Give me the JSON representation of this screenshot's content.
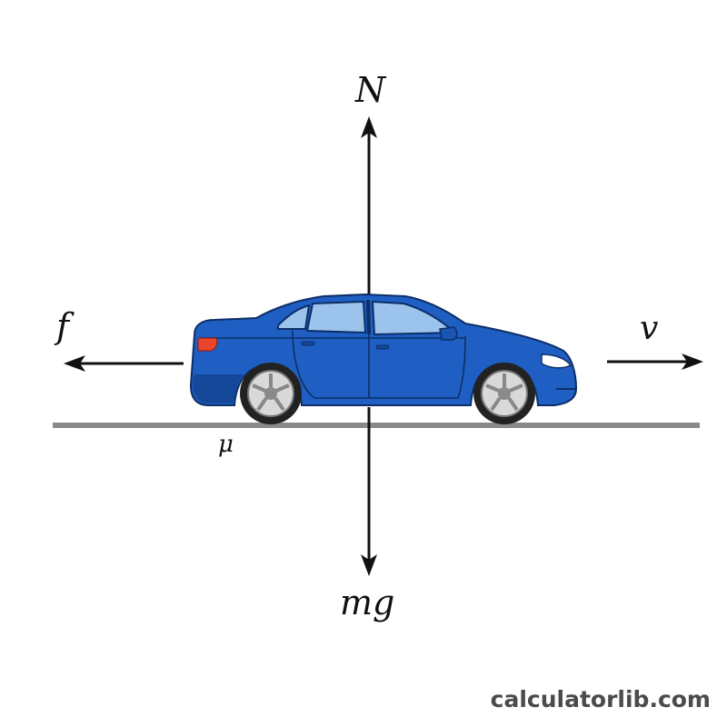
{
  "labels": {
    "normal_force": "N",
    "weight": "mg",
    "friction": "f",
    "velocity": "v",
    "friction_coefficient": "μ"
  },
  "watermark": "calculatorlib.com",
  "colors": {
    "car_body": "#1f5fc4",
    "car_body_dark": "#16489a",
    "window": "#9cc3ec",
    "ground": "#8a8a8a",
    "arrow": "#111111",
    "tail_light": "#e8452c",
    "head_light": "#ffffff"
  }
}
